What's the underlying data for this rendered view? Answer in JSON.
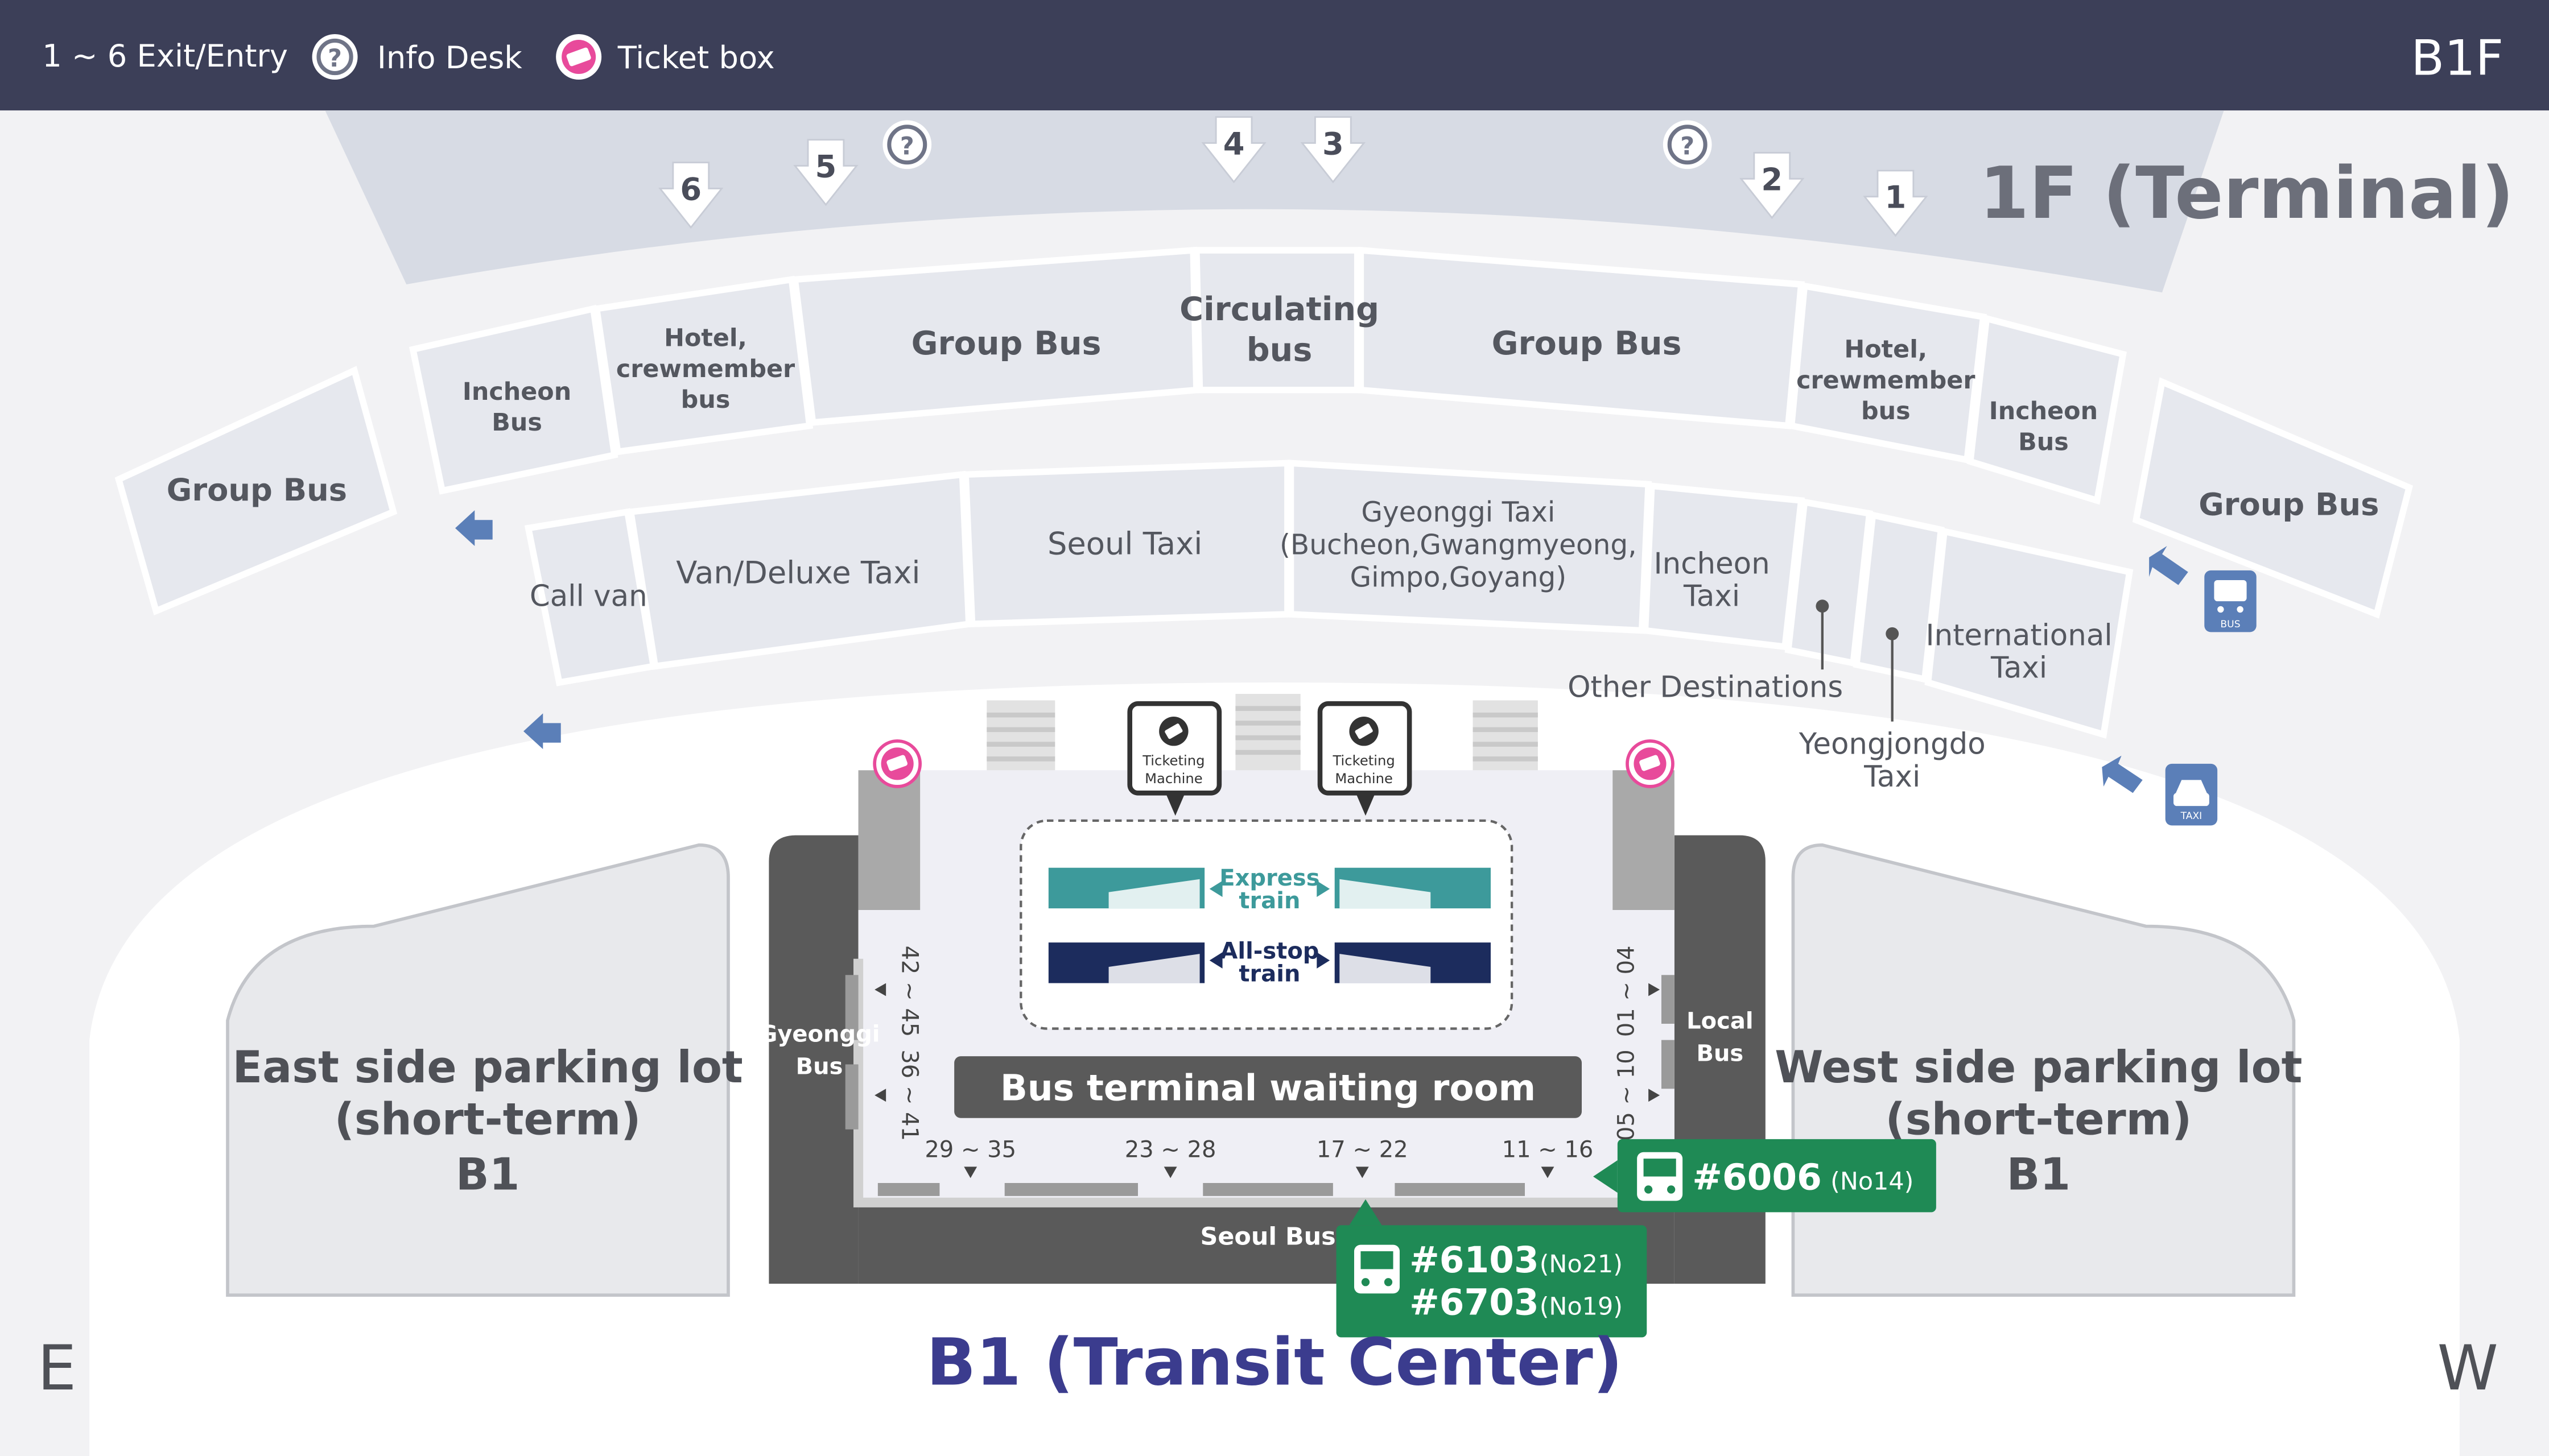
{
  "header": {
    "legend": [
      {
        "label": "1 ~ 6 Exit/Entry"
      },
      {
        "label": "Info Desk",
        "icon": "info-desk-icon"
      },
      {
        "label": "Ticket box",
        "icon": "ticket-box-icon"
      }
    ],
    "floor": "B1F"
  },
  "map": {
    "terminal_label": "1F (Terminal)",
    "transit_label": "B1 (Transit Center)",
    "direction_east": "E",
    "direction_west": "W",
    "exits": [
      "6",
      "5",
      "4",
      "3",
      "2",
      "1"
    ],
    "outer_zones": [
      "Group Bus",
      "Incheon Bus",
      "Hotel, crewmember bus",
      "Group Bus",
      "Circulating bus",
      "Group Bus",
      "Hotel, crewmember bus",
      "Incheon Bus",
      "Group Bus"
    ],
    "inner_zones": [
      "Call van",
      "Van/Deluxe Taxi",
      "Seoul Taxi",
      "Gyeonggi Taxi (Bucheon,Gwangmyeong, Gimpo,Goyang)",
      "Incheon Taxi",
      "International Taxi"
    ],
    "pointers": [
      "Other Destinations",
      "Yeongjongdo Taxi"
    ],
    "icons": {
      "bus": "BUS",
      "taxi": "TAXI"
    },
    "ticketing_machine": "Ticketing Machine",
    "trains": {
      "express": "Express train",
      "allstop": "All-stop train"
    },
    "waiting_room": "Bus terminal waiting room",
    "parking_east": [
      "East side parking lot",
      "(short-term)",
      "B1"
    ],
    "parking_west": [
      "West side parking lot",
      "(short-term)",
      "B1"
    ],
    "sides": {
      "gyeonggi": "Gyeonggi Bus",
      "local": "Local Bus",
      "seoul": "Seoul Bus"
    },
    "gates_bottom": [
      "29 ~ 35",
      "23 ~ 28",
      "17 ~ 22",
      "11 ~ 16"
    ],
    "gates_left": [
      "42 ~ 45",
      "36 ~ 41"
    ],
    "gates_right": [
      "01 ~ 04",
      "05 ~ 10"
    ],
    "routes": [
      {
        "num": "#6006",
        "stop": "(No14)"
      },
      {
        "num": "#6103",
        "stop": "(No21)"
      },
      {
        "num": "#6703",
        "stop": "(No19)"
      }
    ],
    "colors": {
      "header": "#3c3f58",
      "zone": "#e6e8ee",
      "dark_bay": "#5a5a5a",
      "express": "#3d9a9b",
      "allstop": "#1c2c5d",
      "route_badge": "#1f8a55",
      "transit": "#3b3c8e",
      "arrow": "#5b7fb8"
    }
  }
}
